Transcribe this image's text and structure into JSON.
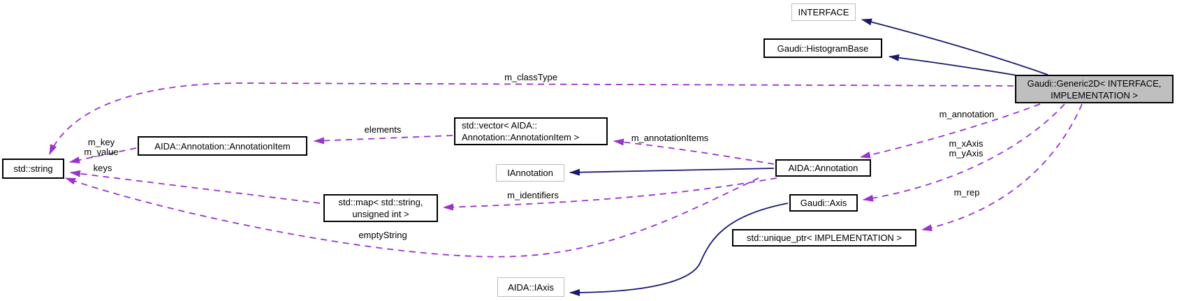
{
  "diagram": {
    "type": "doxygen-collaboration-graph",
    "colors": {
      "inheritance_edge": "#191970",
      "usage_edge": "#9a32cd",
      "node_fill": "#ffffff",
      "main_node_fill": "#bfbfbf",
      "node_border": "#000000",
      "external_node_border": "#bdbdbd"
    },
    "nodes": {
      "interface": {
        "label": "INTERFACE"
      },
      "histogram_base": {
        "label": "Gaudi::HistogramBase"
      },
      "generic2d": {
        "lines": [
          "Gaudi::Generic2D< INTERFACE,",
          "IMPLEMENTATION >"
        ]
      },
      "std_string": {
        "label": "std::string"
      },
      "annotation_item": {
        "label": "AIDA::Annotation::AnnotationItem"
      },
      "std_vector": {
        "lines": [
          "std::vector< AIDA::",
          "Annotation::AnnotationItem >"
        ]
      },
      "iannotation": {
        "label": "IAnnotation"
      },
      "aida_annotation": {
        "label": "AIDA::Annotation"
      },
      "std_map": {
        "lines": [
          "std::map< std::string,",
          "unsigned int >"
        ]
      },
      "gaudi_axis": {
        "label": "Gaudi::Axis"
      },
      "unique_ptr": {
        "label": "std::unique_ptr< IMPLEMENTATION >"
      },
      "iaxis": {
        "label": "AIDA::IAxis"
      }
    },
    "edge_labels": {
      "m_classType": "m_classType",
      "elements": "elements",
      "m_key": "m_key",
      "m_value": "m_value",
      "keys": "keys",
      "m_annotationItems": "m_annotationItems",
      "m_annotation": "m_annotation",
      "m_xAxis": "m_xAxis",
      "m_yAxis": "m_yAxis",
      "m_identifiers": "m_identifiers",
      "m_rep": "m_rep",
      "emptyString": "emptyString"
    }
  }
}
